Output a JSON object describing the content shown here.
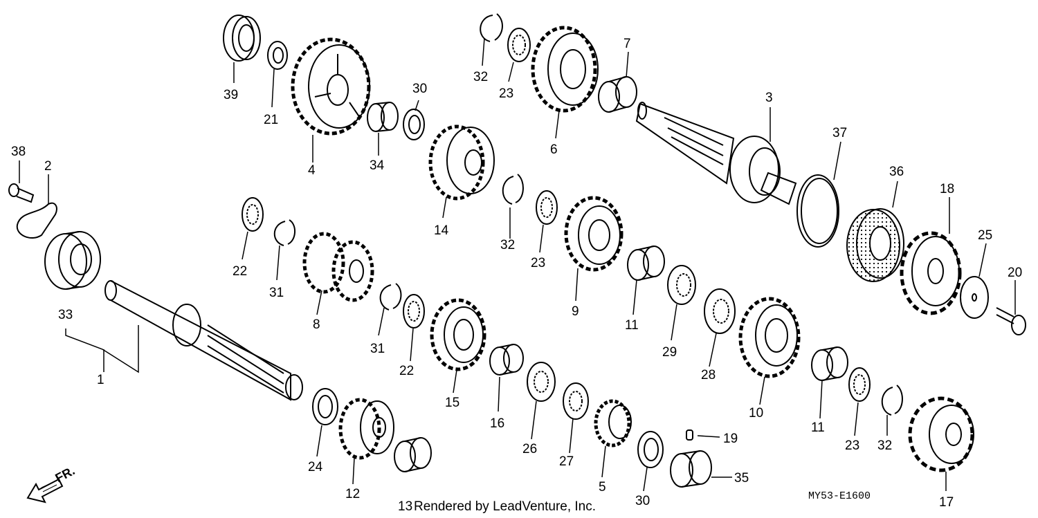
{
  "callouts": [
    {
      "id": "39",
      "text": "39"
    },
    {
      "id": "21",
      "text": "21"
    },
    {
      "id": "4",
      "text": "4"
    },
    {
      "id": "34",
      "text": "34"
    },
    {
      "id": "30a",
      "text": "30"
    },
    {
      "id": "32a",
      "text": "32"
    },
    {
      "id": "23a",
      "text": "23"
    },
    {
      "id": "6",
      "text": "6"
    },
    {
      "id": "7",
      "text": "7"
    },
    {
      "id": "3",
      "text": "3"
    },
    {
      "id": "37",
      "text": "37"
    },
    {
      "id": "36",
      "text": "36"
    },
    {
      "id": "18",
      "text": "18"
    },
    {
      "id": "25",
      "text": "25"
    },
    {
      "id": "20",
      "text": "20"
    },
    {
      "id": "38",
      "text": "38"
    },
    {
      "id": "2",
      "text": "2"
    },
    {
      "id": "22a",
      "text": "22"
    },
    {
      "id": "31a",
      "text": "31"
    },
    {
      "id": "14",
      "text": "14"
    },
    {
      "id": "32b",
      "text": "32"
    },
    {
      "id": "23b",
      "text": "23"
    },
    {
      "id": "33",
      "text": "33"
    },
    {
      "id": "8",
      "text": "8"
    },
    {
      "id": "9",
      "text": "9"
    },
    {
      "id": "11a",
      "text": "11"
    },
    {
      "id": "29",
      "text": "29"
    },
    {
      "id": "28",
      "text": "28"
    },
    {
      "id": "1",
      "text": "1"
    },
    {
      "id": "31b",
      "text": "31"
    },
    {
      "id": "22b",
      "text": "22"
    },
    {
      "id": "15",
      "text": "15"
    },
    {
      "id": "16",
      "text": "16"
    },
    {
      "id": "26",
      "text": "26"
    },
    {
      "id": "27",
      "text": "27"
    },
    {
      "id": "10",
      "text": "10"
    },
    {
      "id": "11b",
      "text": "11"
    },
    {
      "id": "23c",
      "text": "23"
    },
    {
      "id": "32c",
      "text": "32"
    },
    {
      "id": "19",
      "text": "19"
    },
    {
      "id": "24",
      "text": "24"
    },
    {
      "id": "12",
      "text": "12"
    },
    {
      "id": "5",
      "text": "5"
    },
    {
      "id": "35",
      "text": "35"
    },
    {
      "id": "30b",
      "text": "30"
    },
    {
      "id": "17",
      "text": "17"
    },
    {
      "id": "13",
      "text": "13"
    }
  ],
  "footer": {
    "credit": "Rendered by LeadVenture, Inc.",
    "diagram_code": "MY53-E1600",
    "direction_label": "FR."
  }
}
